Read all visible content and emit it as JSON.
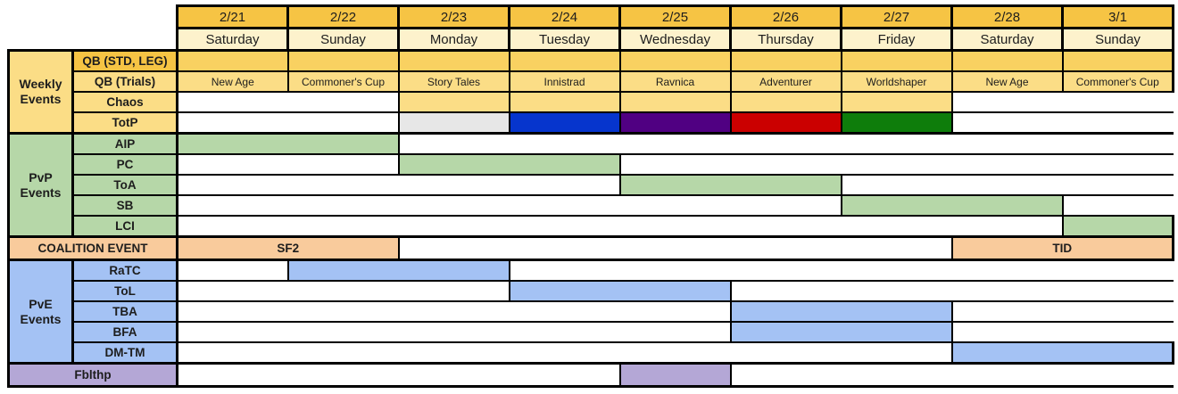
{
  "colors": {
    "header_yellow": "#F6C444",
    "qb_row_yellow": "#F9D161",
    "light_yellow": "#FBDD86",
    "cream": "#FDF2CC",
    "green": "#B6D7A8",
    "orange": "#F9CB9C",
    "blue": "#A4C2F4",
    "purple": "#B4A7D6",
    "totp_gray": "#E7E7E7",
    "totp_blue": "#0635CD",
    "totp_purple": "#500082",
    "totp_red": "#CB0000",
    "totp_green": "#0E7D0B",
    "white": "#FFFFFF"
  },
  "header": {
    "dates": [
      "2/21",
      "2/22",
      "2/23",
      "2/24",
      "2/25",
      "2/26",
      "2/27",
      "2/28",
      "3/1"
    ],
    "days": [
      "Saturday",
      "Sunday",
      "Monday",
      "Tuesday",
      "Wednesday",
      "Thursday",
      "Friday",
      "Saturday",
      "Sunday"
    ]
  },
  "groups": {
    "weekly": "Weekly Events",
    "pvp": "PvP Events",
    "pve": "PvE Events"
  },
  "weekly": {
    "qb_std_leg": {
      "label": "QB (STD, LEG)",
      "start": "2/21",
      "end": "3/1"
    },
    "qb_trials": {
      "label": "QB (Trials)",
      "values": [
        "New Age",
        "Commoner's Cup",
        "Story Tales",
        "Innistrad",
        "Ravnica",
        "Adventurer",
        "Worldshaper",
        "New Age",
        "Commoner's Cup"
      ]
    },
    "chaos": {
      "label": "Chaos",
      "start": "2/23",
      "end": "2/27"
    },
    "totp": {
      "label": "TotP",
      "cells": [
        {
          "day": "2/23",
          "color": "#E7E7E7"
        },
        {
          "day": "2/24",
          "color": "#0635CD"
        },
        {
          "day": "2/25",
          "color": "#500082"
        },
        {
          "day": "2/26",
          "color": "#CB0000"
        },
        {
          "day": "2/27",
          "color": "#0E7D0B"
        }
      ]
    }
  },
  "pvp": {
    "rows": [
      {
        "label": "AIP",
        "start": "2/21",
        "end": "2/22"
      },
      {
        "label": "PC",
        "start": "2/23",
        "end": "2/24"
      },
      {
        "label": "ToA",
        "start": "2/25",
        "end": "2/26"
      },
      {
        "label": "SB",
        "start": "2/27",
        "end": "2/28"
      },
      {
        "label": "LCI",
        "start": "3/1",
        "end": "3/1"
      }
    ]
  },
  "coalition": {
    "label": "COALITION EVENT",
    "events": [
      {
        "name": "SF2",
        "start": "2/21",
        "end": "2/22"
      },
      {
        "name": "TID",
        "start": "2/28",
        "end": "3/1"
      }
    ]
  },
  "pve": {
    "rows": [
      {
        "label": "RaTC",
        "start": "2/22",
        "end": "2/23"
      },
      {
        "label": "ToL",
        "start": "2/24",
        "end": "2/25"
      },
      {
        "label": "TBA",
        "start": "2/26",
        "end": "2/27"
      },
      {
        "label": "BFA",
        "start": "2/26",
        "end": "2/27"
      },
      {
        "label": "DM-TM",
        "start": "2/28",
        "end": "3/1"
      }
    ]
  },
  "fblthp": {
    "label": "Fblthp",
    "start": "2/25",
    "end": "2/25"
  },
  "chart_data": {
    "type": "table",
    "title": "Weekly / PvP / PvE event schedule, 2/21 - 3/1",
    "columns": [
      "2/21 Saturday",
      "2/22 Sunday",
      "2/23 Monday",
      "2/24 Tuesday",
      "2/25 Wednesday",
      "2/26 Thursday",
      "2/27 Friday",
      "2/28 Saturday",
      "3/1 Sunday"
    ],
    "gantt": [
      {
        "group": "Weekly Events",
        "row": "QB (STD, LEG)",
        "start": "2/21",
        "end": "3/1",
        "color": "#F9D161"
      },
      {
        "group": "Weekly Events",
        "row": "QB (Trials)",
        "daily_values": [
          "New Age",
          "Commoner's Cup",
          "Story Tales",
          "Innistrad",
          "Ravnica",
          "Adventurer",
          "Worldshaper",
          "New Age",
          "Commoner's Cup"
        ],
        "color": "#FBDD86"
      },
      {
        "group": "Weekly Events",
        "row": "Chaos",
        "start": "2/23",
        "end": "2/27",
        "color": "#FBDD86"
      },
      {
        "group": "Weekly Events",
        "row": "TotP",
        "daily_colors": {
          "2/23": "#E7E7E7",
          "2/24": "#0635CD",
          "2/25": "#500082",
          "2/26": "#CB0000",
          "2/27": "#0E7D0B"
        }
      },
      {
        "group": "PvP Events",
        "row": "AIP",
        "start": "2/21",
        "end": "2/22",
        "color": "#B6D7A8"
      },
      {
        "group": "PvP Events",
        "row": "PC",
        "start": "2/23",
        "end": "2/24",
        "color": "#B6D7A8"
      },
      {
        "group": "PvP Events",
        "row": "ToA",
        "start": "2/25",
        "end": "2/26",
        "color": "#B6D7A8"
      },
      {
        "group": "PvP Events",
        "row": "SB",
        "start": "2/27",
        "end": "2/28",
        "color": "#B6D7A8"
      },
      {
        "group": "PvP Events",
        "row": "LCI",
        "start": "3/1",
        "end": "3/1",
        "color": "#B6D7A8"
      },
      {
        "group": "Coalition",
        "row": "COALITION EVENT",
        "events": [
          {
            "name": "SF2",
            "start": "2/21",
            "end": "2/22"
          },
          {
            "name": "TID",
            "start": "2/28",
            "end": "3/1"
          }
        ],
        "color": "#F9CB9C"
      },
      {
        "group": "PvE Events",
        "row": "RaTC",
        "start": "2/22",
        "end": "2/23",
        "color": "#A4C2F4"
      },
      {
        "group": "PvE Events",
        "row": "ToL",
        "start": "2/24",
        "end": "2/25",
        "color": "#A4C2F4"
      },
      {
        "group": "PvE Events",
        "row": "TBA",
        "start": "2/26",
        "end": "2/27",
        "color": "#A4C2F4"
      },
      {
        "group": "PvE Events",
        "row": "BFA",
        "start": "2/26",
        "end": "2/27",
        "color": "#A4C2F4"
      },
      {
        "group": "PvE Events",
        "row": "DM-TM",
        "start": "2/28",
        "end": "3/1",
        "color": "#A4C2F4"
      },
      {
        "group": "Fblthp",
        "row": "Fblthp",
        "start": "2/25",
        "end": "2/25",
        "color": "#B4A7D6"
      }
    ]
  }
}
